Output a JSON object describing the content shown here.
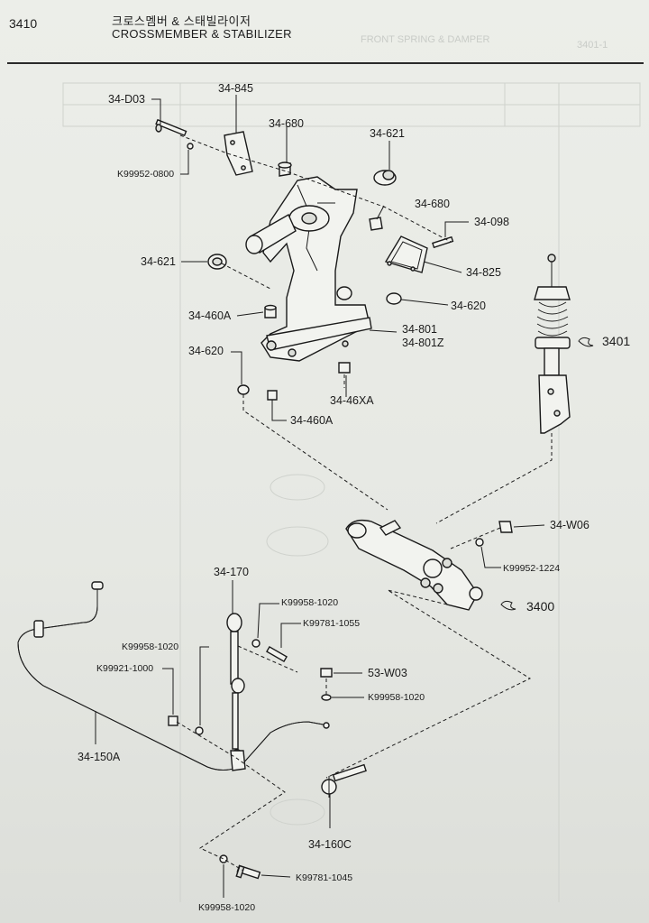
{
  "header": {
    "page_number": "3410",
    "title_korean": "크로스멤버 & 스태빌라이저",
    "title_english": "CROSSMEMBER & STABILIZER"
  },
  "parts": {
    "p34_D03": "34-D03",
    "p34_845": "34-845",
    "p34_680a": "34-680",
    "p34_621a": "34-621",
    "pK99952_0800": "K99952-0800",
    "p34_680b": "34-680",
    "p34_098": "34-098",
    "p34_621b": "34-621",
    "p34_825": "34-825",
    "p34_460A_a": "34-460A",
    "p34_620a": "34-620",
    "p34_801": "34-801",
    "p34_801Z": "34-801Z",
    "p34_620b": "34-620",
    "p34_46XA": "34-46XA",
    "p34_460A_b": "34-460A",
    "p3401": "3401",
    "p34_W06": "34-W06",
    "pK99952_1224": "K99952-1224",
    "p3400": "3400",
    "p34_170": "34-170",
    "pK99958_1020a": "K99958-1020",
    "pK99781_1055": "K99781-1055",
    "pK99958_1020b": "K99958-1020",
    "pK99921_1000": "K99921-1000",
    "p53_W03": "53-W03",
    "pK99958_1020c": "K99958-1020",
    "p34_150A": "34-150A",
    "p34_160C": "34-160C",
    "pK99781_1045": "K99781-1045",
    "pK99958_1020d": "K99958-1020"
  }
}
